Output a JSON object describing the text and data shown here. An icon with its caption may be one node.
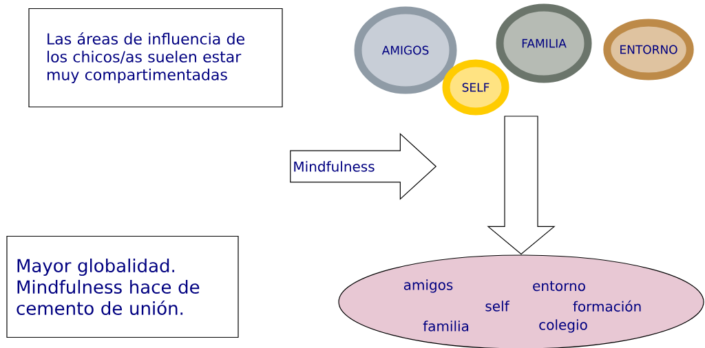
{
  "diagram": {
    "nodes": [
      {
        "text": [
          "Las áreas de influencia de los chicos/as suelen estar muy compartimentadas"
        ]
      },
      {
        "text": [
          "AMIGOS"
        ]
      },
      {
        "text": [
          "SELF"
        ]
      },
      {
        "text": [
          "FAMILIA"
        ]
      },
      {
        "text": [
          "ENTORNO"
        ]
      },
      {
        "text": [
          "Mindfulness"
        ]
      },
      {
        "text": [
          "Mayor globalidad. Mindfulness hace de cemento de unión."
        ]
      },
      {
        "text": [
          "amigos",
          "entorno",
          "self",
          "formación",
          "familia",
          "colegio"
        ]
      }
    ],
    "edges": [
      {
        "from": null,
        "to": 7,
        "arrow": "to"
      }
    ]
  }
}
